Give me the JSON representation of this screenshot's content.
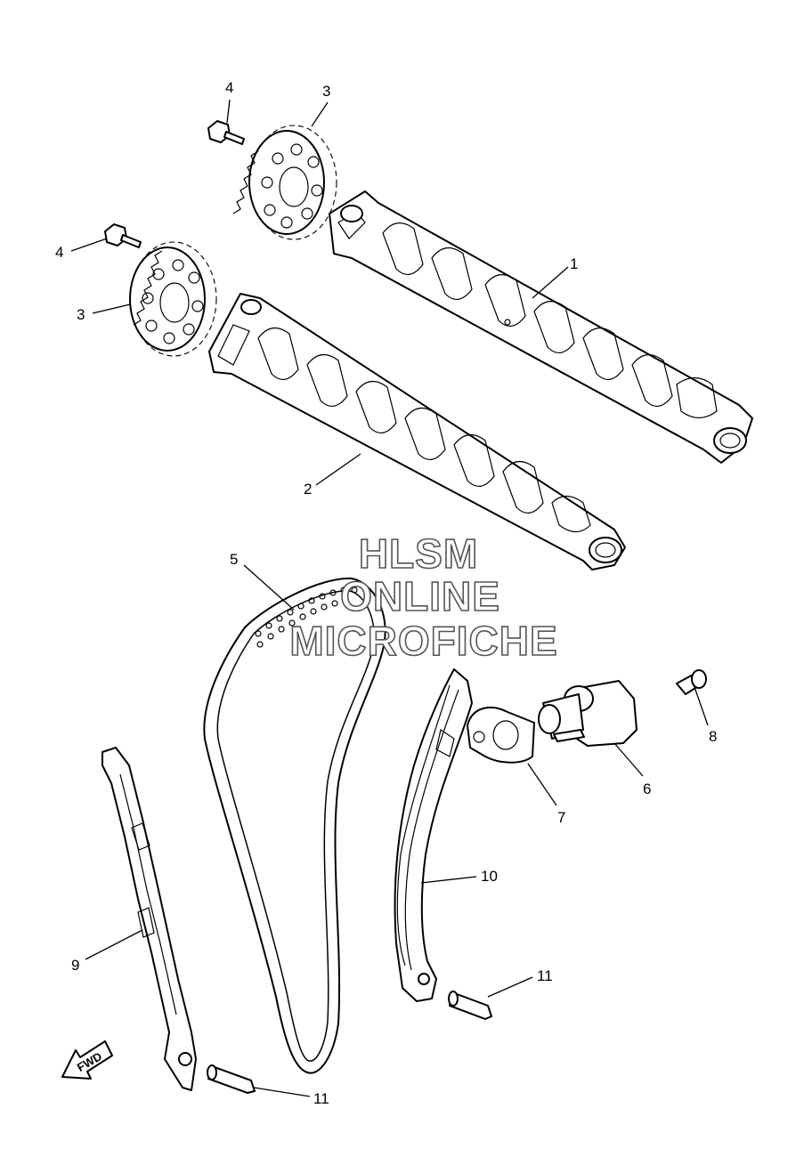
{
  "watermark": {
    "line1": "HLSM",
    "line2": "ONLINE",
    "line3": "MICROFICHE"
  },
  "direction_badge": {
    "label": "FWD"
  },
  "callouts": [
    {
      "id": "c-4a",
      "label": "4"
    },
    {
      "id": "c-3a",
      "label": "3"
    },
    {
      "id": "c-4b",
      "label": "4"
    },
    {
      "id": "c-3b",
      "label": "3"
    },
    {
      "id": "c-1",
      "label": "1"
    },
    {
      "id": "c-2",
      "label": "2"
    },
    {
      "id": "c-5",
      "label": "5"
    },
    {
      "id": "c-8",
      "label": "8"
    },
    {
      "id": "c-6",
      "label": "6"
    },
    {
      "id": "c-7",
      "label": "7"
    },
    {
      "id": "c-10",
      "label": "10"
    },
    {
      "id": "c-9",
      "label": "9"
    },
    {
      "id": "c-11a",
      "label": "11"
    },
    {
      "id": "c-11b",
      "label": "11"
    }
  ]
}
